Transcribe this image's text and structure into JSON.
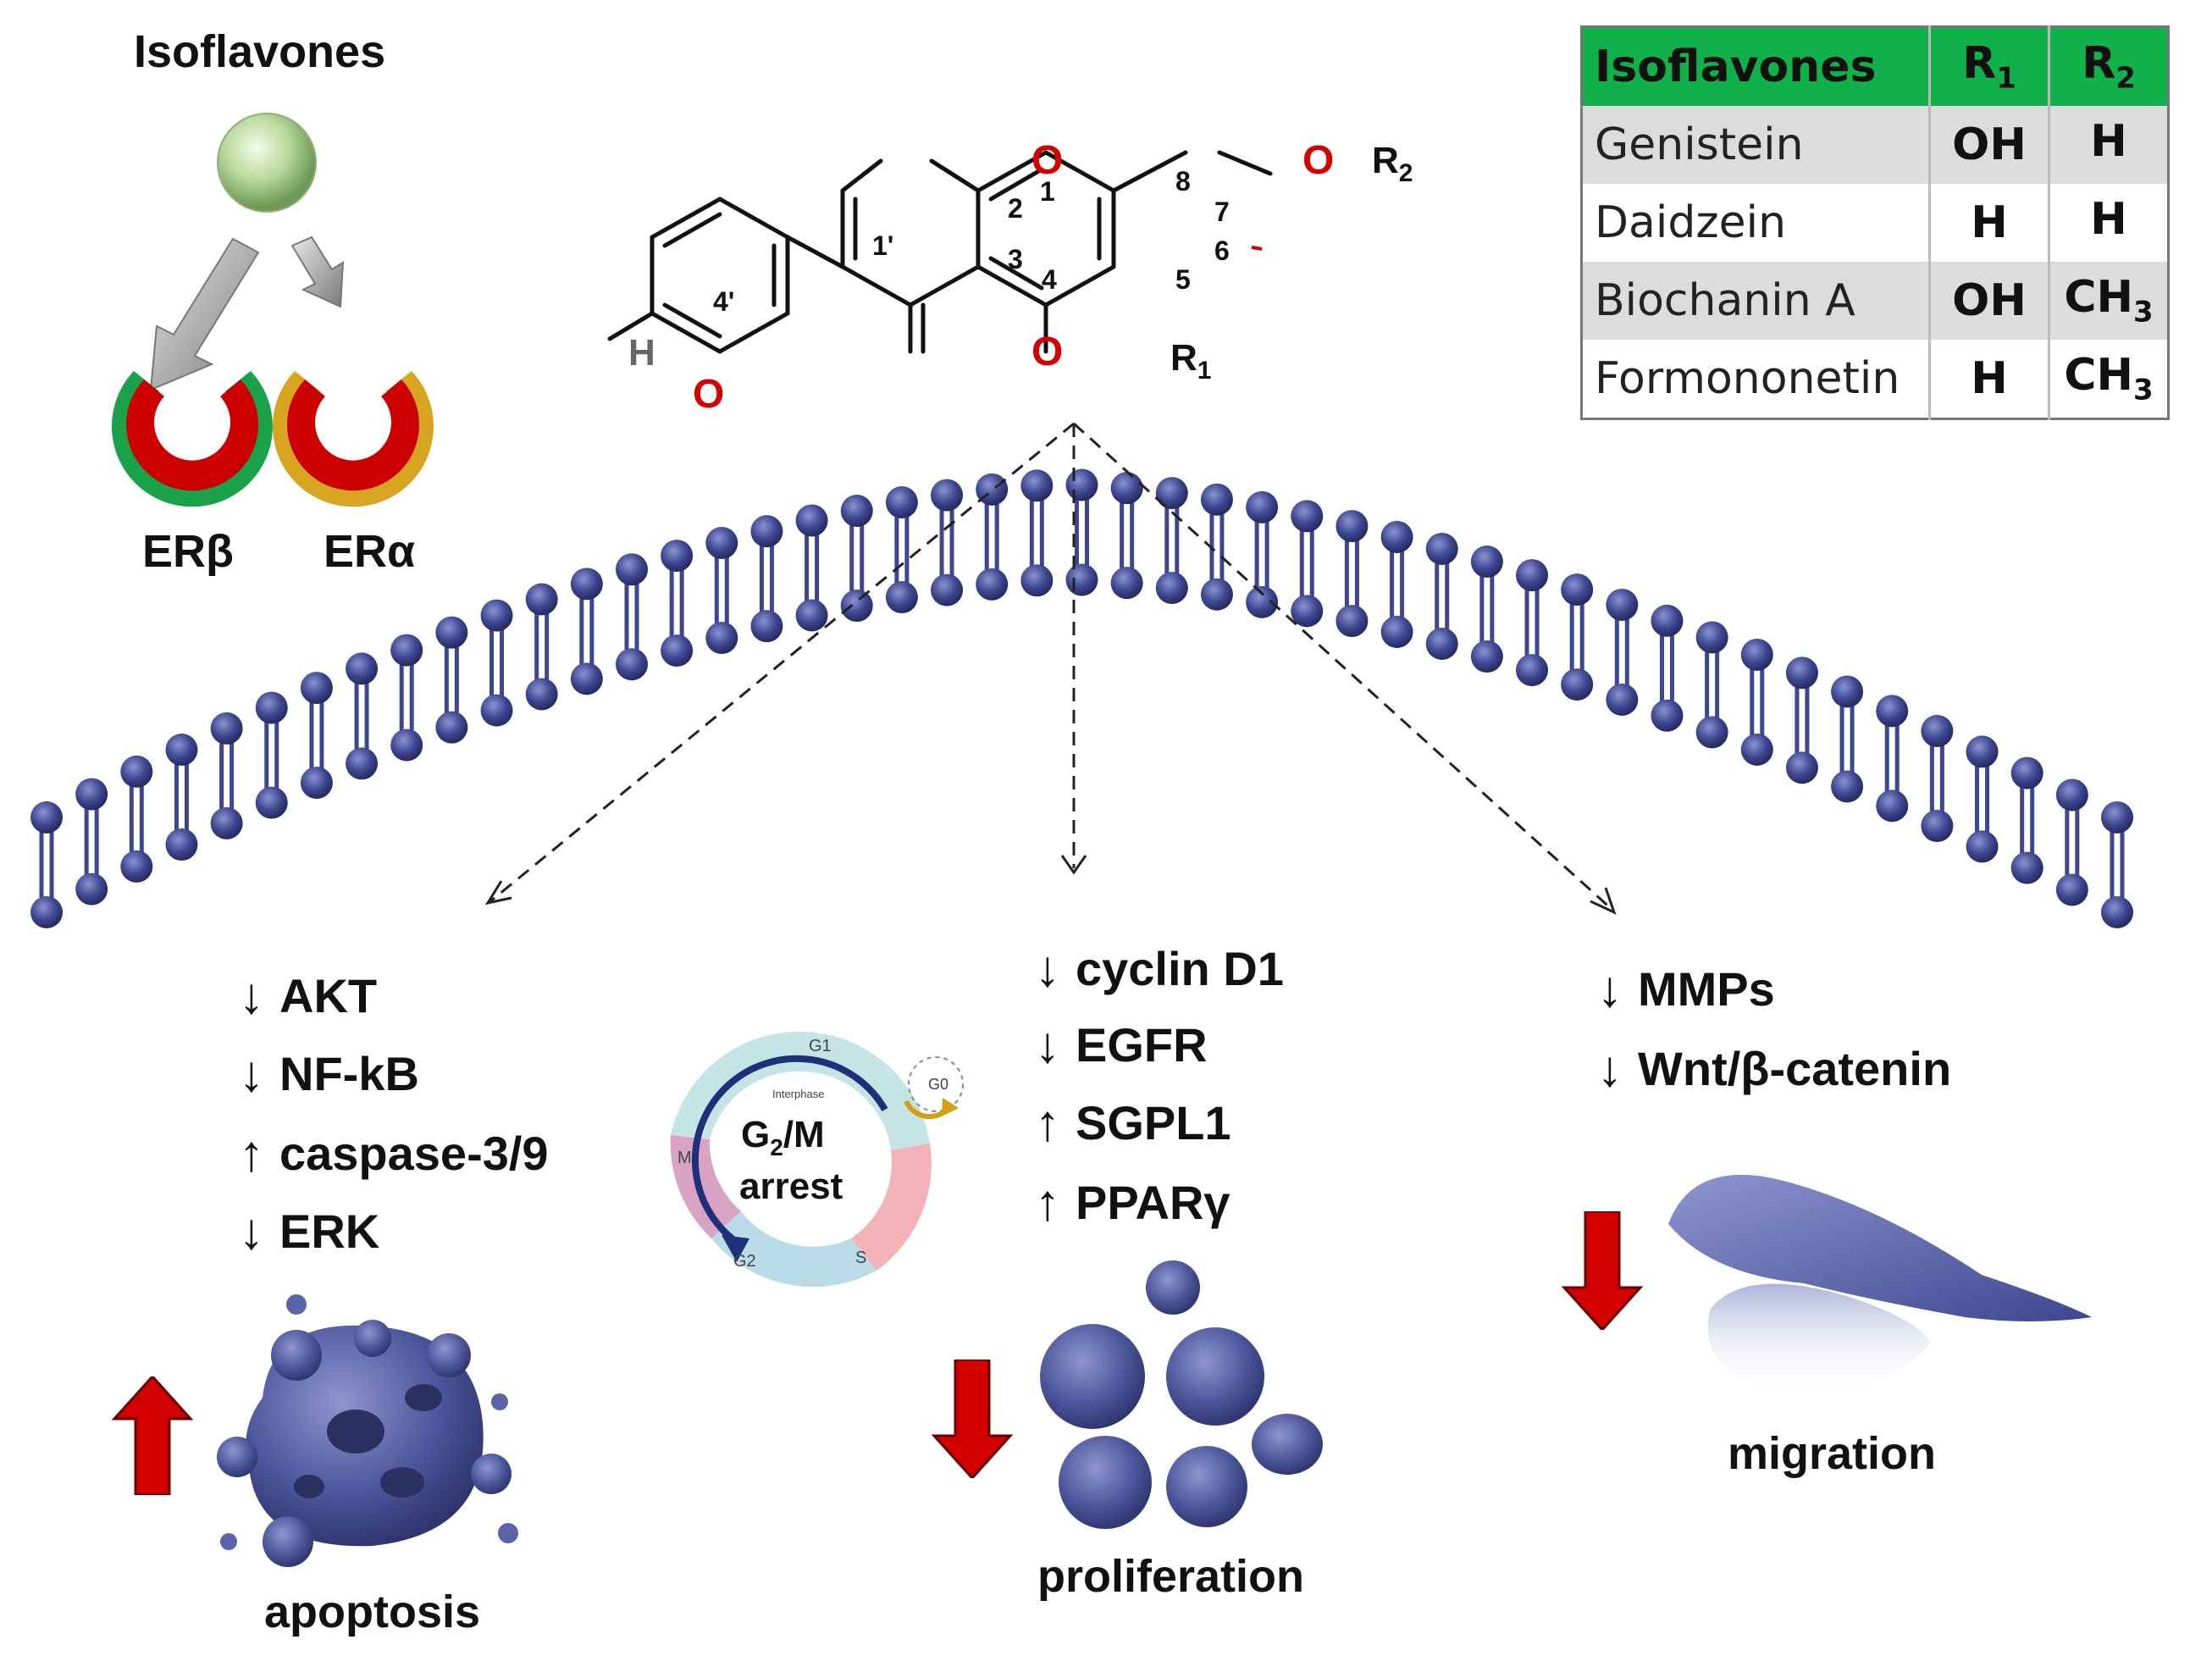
{
  "top_left": {
    "title": "Isoflavones",
    "receptors": [
      "ERβ",
      "ERα"
    ]
  },
  "molecule": {
    "atoms": {
      "o_ring": "O",
      "o_carbonyl": "O",
      "o_7": "O",
      "o_hydroxyl": "O",
      "h_hydroxyl": "H",
      "r1": "R",
      "r1_sub": "1",
      "r2": "R",
      "r2_sub": "2"
    },
    "positions": [
      "1",
      "2",
      "3",
      "4",
      "5",
      "6",
      "7",
      "8",
      "1'",
      "4'"
    ]
  },
  "table": {
    "headers": {
      "name": "Isoflavones",
      "r1": "R",
      "r1_sub": "1",
      "r2": "R",
      "r2_sub": "2"
    },
    "rows": [
      {
        "name": "Genistein",
        "r1": "OH",
        "r2_main": "H",
        "r2_sub": ""
      },
      {
        "name": "Daidzein",
        "r1": "H",
        "r2_main": "H",
        "r2_sub": ""
      },
      {
        "name": "Biochanin A",
        "r1": "OH",
        "r2_main": "CH",
        "r2_sub": "3"
      },
      {
        "name": "Formononetin",
        "r1": "H",
        "r2_main": "CH",
        "r2_sub": "3"
      }
    ]
  },
  "effects_left": [
    {
      "arrow": "↓",
      "label": "AKT"
    },
    {
      "arrow": "↓",
      "label": "NF-kB"
    },
    {
      "arrow": "↑",
      "label": "caspase-3/9"
    },
    {
      "arrow": "↓",
      "label": "ERK"
    }
  ],
  "effects_center": [
    {
      "arrow": "↓",
      "label": "cyclin D1"
    },
    {
      "arrow": "↓",
      "label": "EGFR"
    },
    {
      "arrow": "↑",
      "label": "SGPL1"
    },
    {
      "arrow": "↑",
      "label": "PPARγ"
    }
  ],
  "effects_right": [
    {
      "arrow": "↓",
      "label": "MMPs"
    },
    {
      "arrow": "↓",
      "label": "Wnt/β-catenin"
    }
  ],
  "cell_cycle": {
    "arrest_main": "G",
    "arrest_sub": "2",
    "arrest_rest": "/M",
    "arrest_line2": "arrest",
    "interphase": "Interphase",
    "phases": {
      "g1": "G1",
      "g0": "G0",
      "s": "S",
      "g2": "G2",
      "m": "M"
    }
  },
  "outcomes": {
    "apoptosis": "apoptosis",
    "proliferation": "proliferation",
    "migration": "migration"
  },
  "colors": {
    "table_header": "#10b04a",
    "lipid_head": "#3d4790",
    "effect_arrow_red": "#d40000",
    "er_beta_rim": "#1aa14a",
    "er_alpha_rim": "#d8a520",
    "receptor_core": "#cc0000",
    "cell_blue": "#5a64a8"
  }
}
